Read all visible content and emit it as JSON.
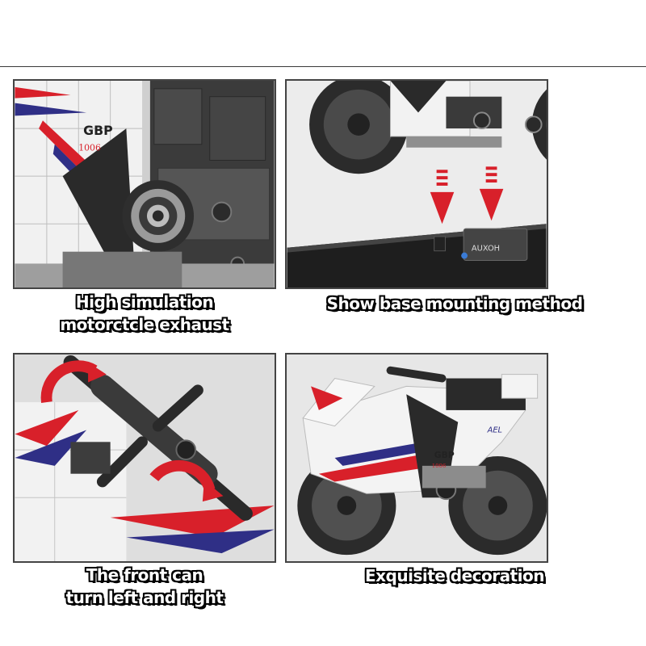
{
  "panels": [
    {
      "caption_lines": [
        "High simulation",
        "motorctcle exhaust"
      ],
      "decal_text": "GBP",
      "decal_sub": "1006"
    },
    {
      "caption_lines": [
        "Show base mounting method"
      ],
      "base_logo": "AUXOH"
    },
    {
      "caption_lines": [
        "The front can",
        "turn left and right"
      ]
    },
    {
      "caption_lines": [
        "Exquisite decoration"
      ],
      "decal_text": "GBP",
      "decal_sub": "1006",
      "fairing_text": "AEL"
    }
  ],
  "colors": {
    "accent_red": "#d8202a",
    "accent_blue": "#2f2f86",
    "body_white": "#f2f2f2",
    "dark_gray": "#2b2b2b",
    "rule": "#3a3a3a"
  }
}
